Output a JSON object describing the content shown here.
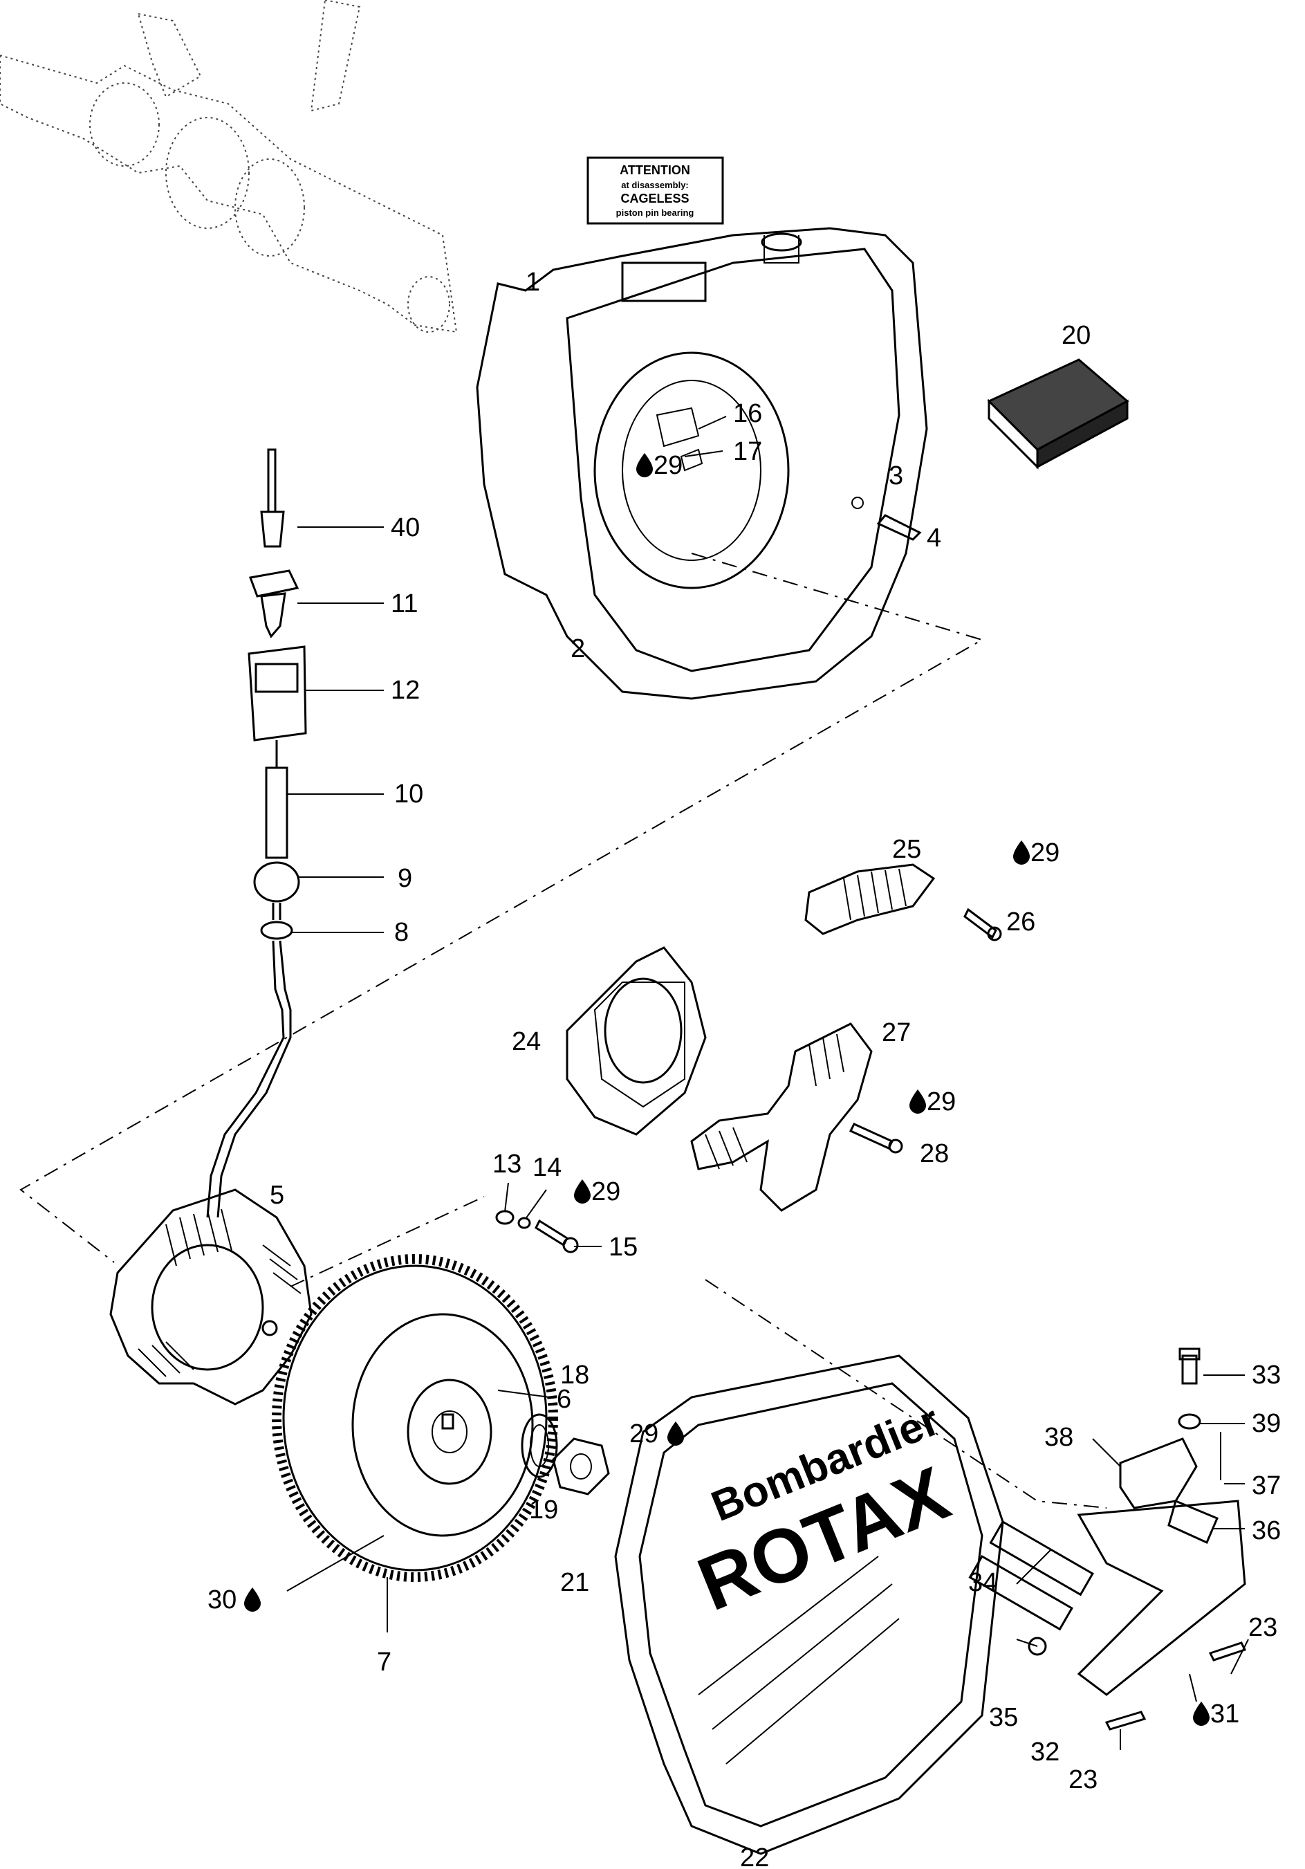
{
  "attention_label": {
    "line1": "ATTENTION",
    "line2": "at disassembly:",
    "line3": "CAGELESS",
    "line4": "piston pin bearing"
  },
  "cover_lettering": {
    "brand": "Bombardier",
    "model": "ROTAX"
  },
  "callouts": [
    {
      "id": "p1",
      "text": "1",
      "lubricant": false
    },
    {
      "id": "p2",
      "text": "2",
      "lubricant": false
    },
    {
      "id": "p3",
      "text": "3",
      "lubricant": false
    },
    {
      "id": "p4",
      "text": "4",
      "lubricant": false
    },
    {
      "id": "p5",
      "text": "5",
      "lubricant": false
    },
    {
      "id": "p6",
      "text": "6",
      "lubricant": false
    },
    {
      "id": "p7",
      "text": "7",
      "lubricant": false
    },
    {
      "id": "p8",
      "text": "8",
      "lubricant": false
    },
    {
      "id": "p9",
      "text": "9",
      "lubricant": false
    },
    {
      "id": "p10",
      "text": "10",
      "lubricant": false
    },
    {
      "id": "p11",
      "text": "11",
      "lubricant": false
    },
    {
      "id": "p12",
      "text": "12",
      "lubricant": false
    },
    {
      "id": "p13",
      "text": "13",
      "lubricant": false
    },
    {
      "id": "p14",
      "text": "14",
      "lubricant": false
    },
    {
      "id": "p15",
      "text": "15",
      "lubricant": false
    },
    {
      "id": "p16",
      "text": "16",
      "lubricant": false
    },
    {
      "id": "p17",
      "text": "17",
      "lubricant": false
    },
    {
      "id": "p18",
      "text": "18",
      "lubricant": false
    },
    {
      "id": "p19",
      "text": "19",
      "lubricant": false
    },
    {
      "id": "p20",
      "text": "20",
      "lubricant": false
    },
    {
      "id": "p21",
      "text": "21",
      "lubricant": false
    },
    {
      "id": "p22",
      "text": "22",
      "lubricant": false
    },
    {
      "id": "p23a",
      "text": "23",
      "lubricant": false
    },
    {
      "id": "p23b",
      "text": "23",
      "lubricant": false
    },
    {
      "id": "p24",
      "text": "24",
      "lubricant": false
    },
    {
      "id": "p25",
      "text": "25",
      "lubricant": false
    },
    {
      "id": "p26",
      "text": "26",
      "lubricant": false
    },
    {
      "id": "p27",
      "text": "27",
      "lubricant": false
    },
    {
      "id": "p28",
      "text": "28",
      "lubricant": false
    },
    {
      "id": "p29a",
      "text": "29",
      "lubricant": true
    },
    {
      "id": "p29b",
      "text": "29",
      "lubricant": true
    },
    {
      "id": "p29c",
      "text": "29",
      "lubricant": true
    },
    {
      "id": "p29d",
      "text": "29",
      "lubricant": true
    },
    {
      "id": "p29e",
      "text": "29",
      "lubricant": true
    },
    {
      "id": "p30",
      "text": "30",
      "lubricant": true
    },
    {
      "id": "p31",
      "text": "31",
      "lubricant": true
    },
    {
      "id": "p32",
      "text": "32",
      "lubricant": false
    },
    {
      "id": "p33",
      "text": "33",
      "lubricant": false
    },
    {
      "id": "p34",
      "text": "34",
      "lubricant": false
    },
    {
      "id": "p35",
      "text": "35",
      "lubricant": false
    },
    {
      "id": "p36",
      "text": "36",
      "lubricant": false
    },
    {
      "id": "p37",
      "text": "37",
      "lubricant": false
    },
    {
      "id": "p38",
      "text": "38",
      "lubricant": false
    },
    {
      "id": "p39",
      "text": "39",
      "lubricant": false
    },
    {
      "id": "p40",
      "text": "40",
      "lubricant": false
    }
  ]
}
